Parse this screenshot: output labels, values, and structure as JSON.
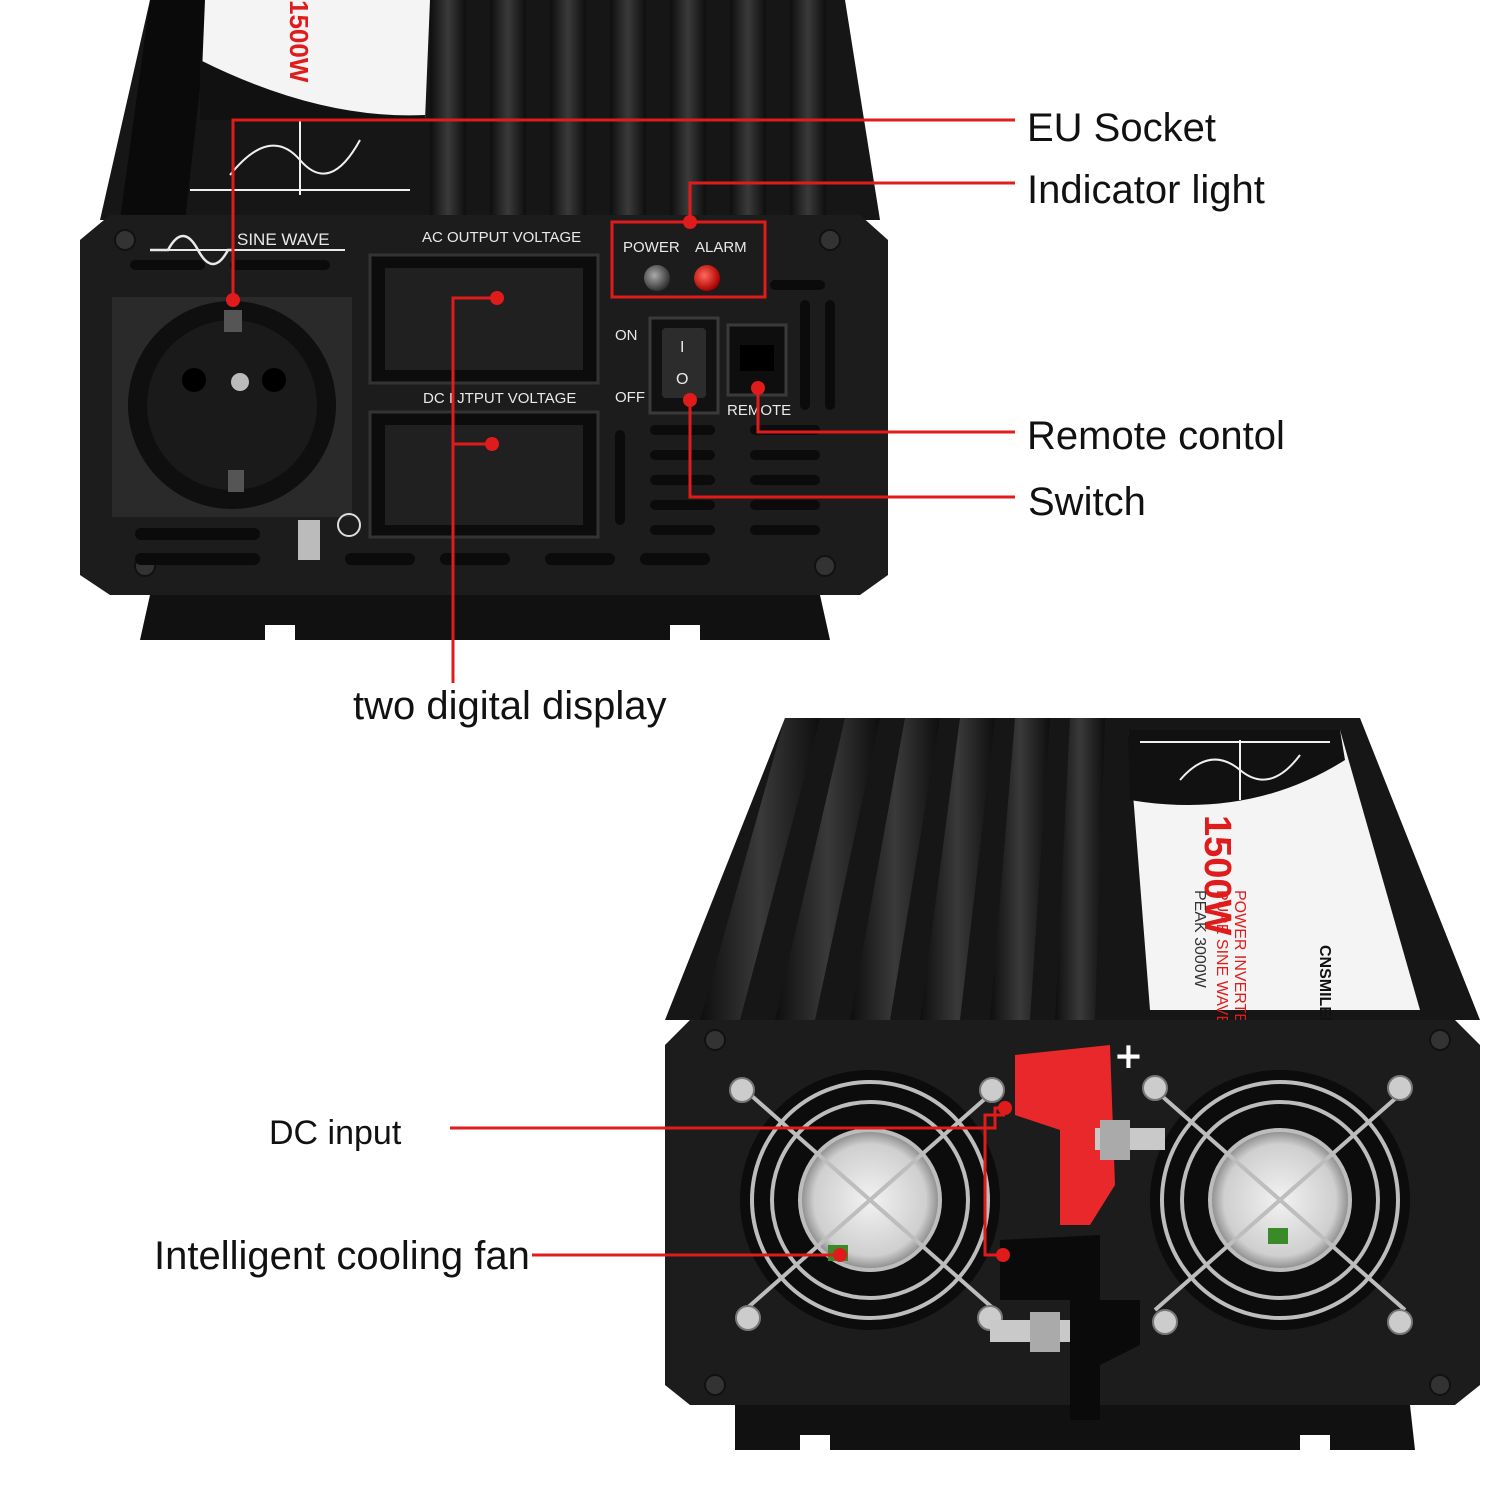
{
  "callouts": {
    "eu_socket": "EU Socket",
    "indicator_light": "Indicator light",
    "remote_control": "Remote contol",
    "switch": "Switch",
    "two_digital_display": "two digital display",
    "dc_input": "DC input",
    "cooling_fan": "Intelligent cooling fan"
  },
  "front_panel": {
    "sine_wave": "SINE WAVE",
    "ac_output_voltage": "AC OUTPUT VOLTAGE",
    "dc_output_voltage": "DC I JTPUT VOLTAGE",
    "power": "POWER",
    "alarm": "ALARM",
    "on": "ON",
    "off": "OFF",
    "remote": "REMOTE",
    "switch_on_mark": "I",
    "switch_off_mark": "O"
  },
  "product_label": {
    "wattage": "1500W",
    "line1": "POWER INVERTER",
    "line2": "PURE SINE WAVE",
    "peak": "PEAK 3000W",
    "brand": "CNSMILEPOWER"
  },
  "rear_panel": {
    "positive": "+"
  },
  "colors": {
    "callout_red": "#e01b1b",
    "housing_black": "#1c1c1c",
    "terminal_red": "#e8282a"
  }
}
